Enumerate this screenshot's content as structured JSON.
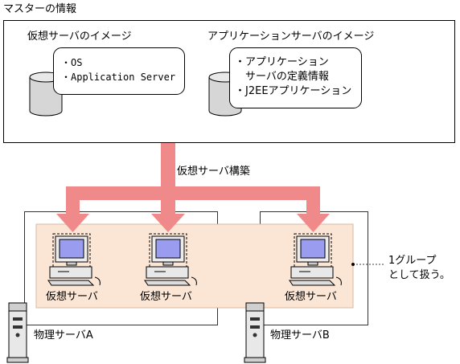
{
  "master": {
    "title": "マスターの情報",
    "virtual_image": {
      "label": "仮想サーバのイメージ",
      "items": [
        "・OS",
        "・Application Server"
      ]
    },
    "app_image": {
      "label": "アプリケーションサーバのイメージ",
      "items": [
        "・アプリケーション",
        "　サーバの定義情報",
        "・J2EEアプリケーション"
      ]
    }
  },
  "build_label": "仮想サーバ構築",
  "group_note": [
    "1グループ",
    "として扱う。"
  ],
  "virtual_servers": [
    "仮想サーバ",
    "仮想サーバ",
    "仮想サーバ"
  ],
  "physical_servers": [
    "物理サーバA",
    "物理サーバB"
  ],
  "colors": {
    "arrow": "#f08a8a",
    "group_fill": "#fbe6d6",
    "monitor_screen": "#9a9cf0"
  }
}
